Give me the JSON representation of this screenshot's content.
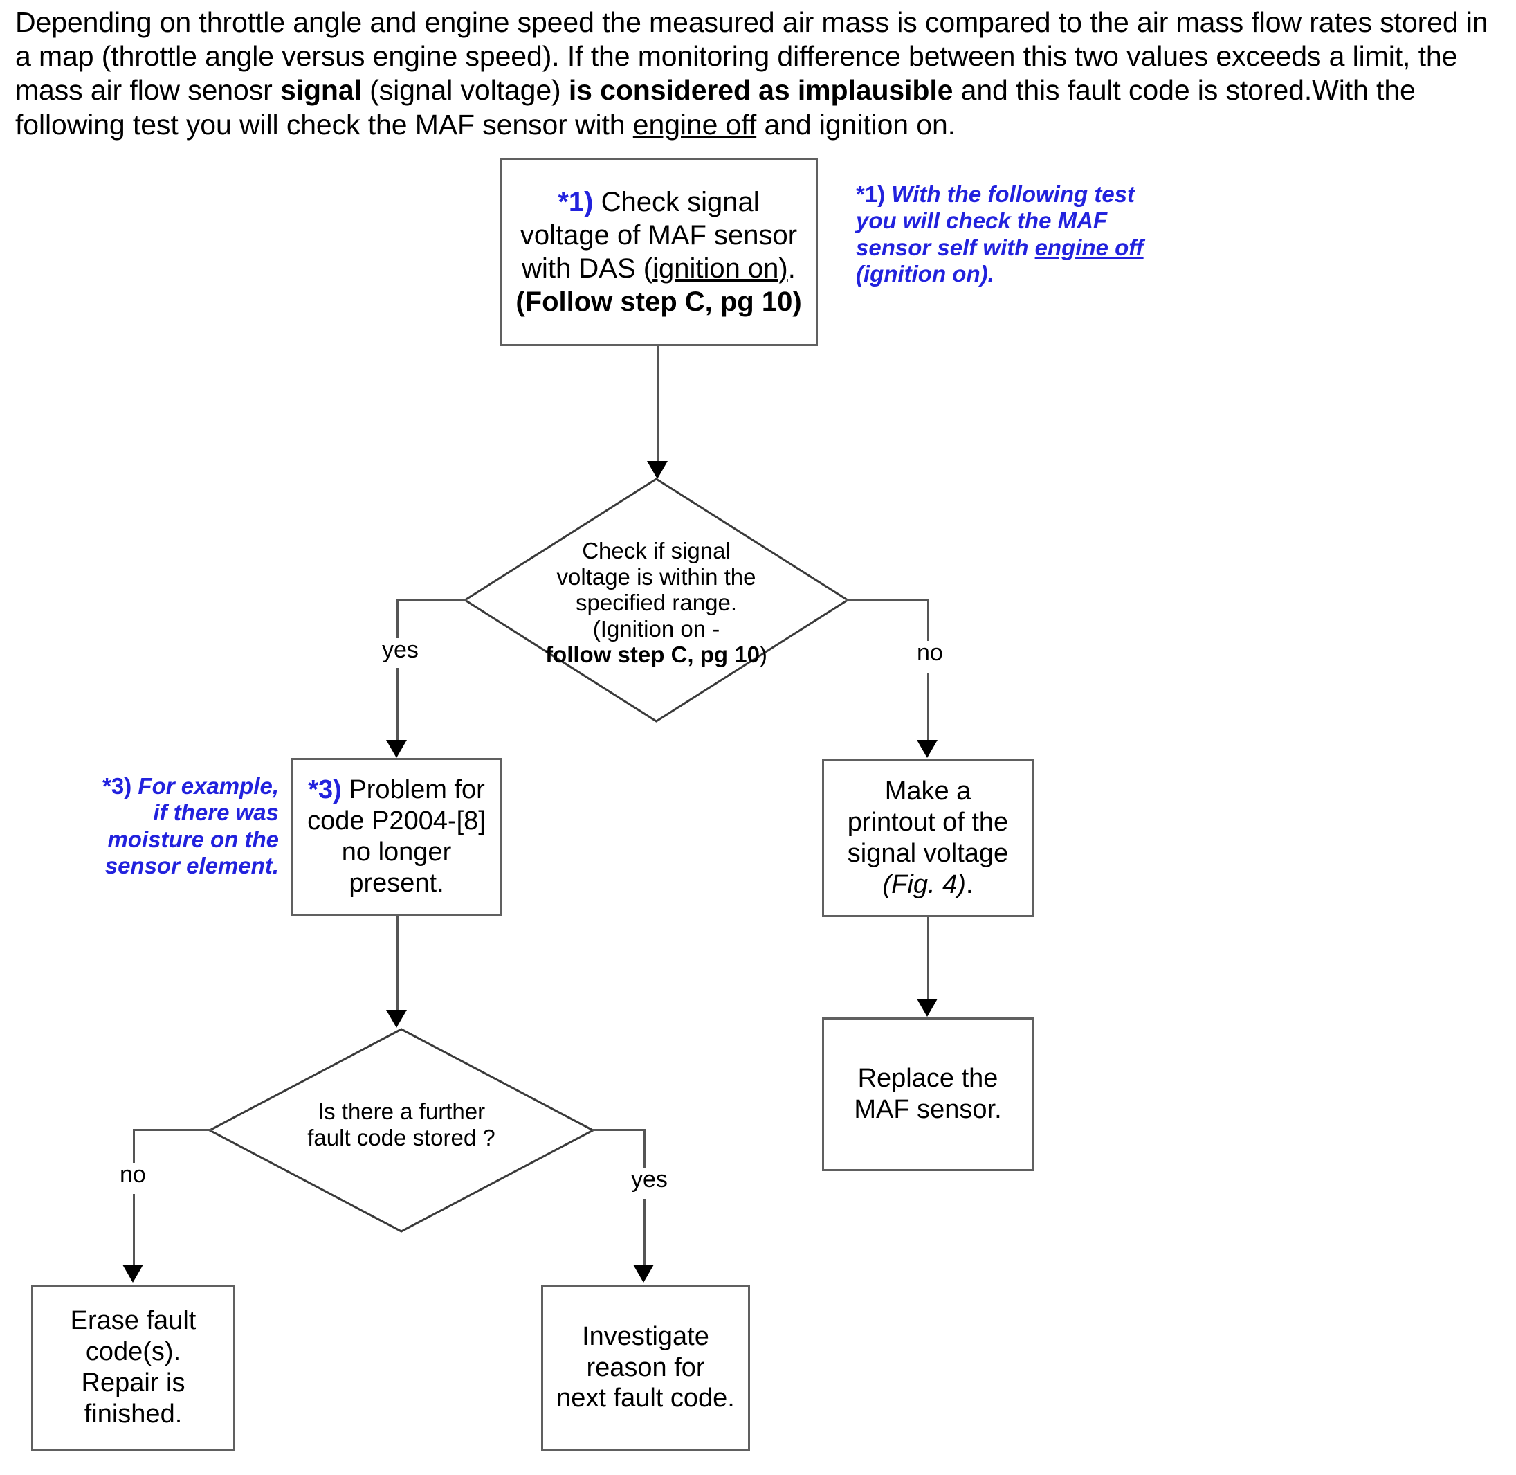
{
  "intro": {
    "segments": [
      {
        "text": "Depending on throttle angle and engine speed the measured air mass is compared to the air mass flow rates stored in a map (throttle angle versus engine speed). If the monitoring difference between this two values exceeds a limit, the mass air flow senosr ",
        "style": "normal"
      },
      {
        "text": "signal",
        "style": "bold"
      },
      {
        "text": " (signal voltage) ",
        "style": "normal"
      },
      {
        "text": "is considered as implausible",
        "style": "bold"
      },
      {
        "text": " and this fault code is stored.With the following test you will check the  MAF sensor with ",
        "style": "normal"
      },
      {
        "text": "engine off",
        "style": "underline"
      },
      {
        "text": " and ignition on.",
        "style": "normal"
      }
    ]
  },
  "nodes": {
    "check_signal_voltage": {
      "marker": "*1)",
      "line1": " Check signal",
      "line2": "voltage of  MAF sensor",
      "line3_a": "with DAS  (",
      "line3_b": "ignition on)",
      "line3_c": ".",
      "line4": "(Follow step C, pg 10)"
    },
    "decision_signal_range": {
      "line1": "Check if signal",
      "line2": "voltage is within the",
      "line3": "specified range.",
      "line4": "(Ignition on -",
      "line5_bold": "follow step C, pg 10",
      "line5_tail": ")"
    },
    "problem_no_longer_present": {
      "marker": "*3)",
      "line1": " Problem for",
      "line2": "code P2004-[8]",
      "line3": "no longer",
      "line4": "present."
    },
    "make_printout": {
      "line1": "Make a",
      "line2": "printout of the",
      "line3": "signal voltage",
      "line4_italic": "(Fig. 4)",
      "line4_tail": "."
    },
    "replace_sensor": {
      "line1": "Replace the",
      "line2": "MAF sensor."
    },
    "decision_further_fault_code": {
      "line1": "Is there a further",
      "line2": "fault code stored ?"
    },
    "erase_fault_codes": {
      "line1": "Erase fault",
      "line2": "code(s).",
      "line3": "Repair is",
      "line4": "finished."
    },
    "investigate_next_code": {
      "line1": "Investigate",
      "line2": "reason for",
      "line3": "next fault code."
    }
  },
  "edge_labels": {
    "decision1_yes": "yes",
    "decision1_no": "no",
    "decision2_no": "no",
    "decision2_yes": "yes"
  },
  "annotations": {
    "note1": {
      "marker": "*1)",
      "line1": " With the following test",
      "line2": "you will check the  MAF",
      "line3_a": "sensor self  with ",
      "line3_b": "engine off",
      "line4": "(ignition on)."
    },
    "note3": {
      "marker": "*3)",
      "line1": " For example,",
      "line2": "if there was",
      "line3": "moisture on the",
      "line4": "sensor element."
    }
  },
  "colors": {
    "annotation_blue": "#2222dd",
    "shape_border": "#606060",
    "connector": "#555555",
    "text": "#000000",
    "background": "#ffffff"
  }
}
